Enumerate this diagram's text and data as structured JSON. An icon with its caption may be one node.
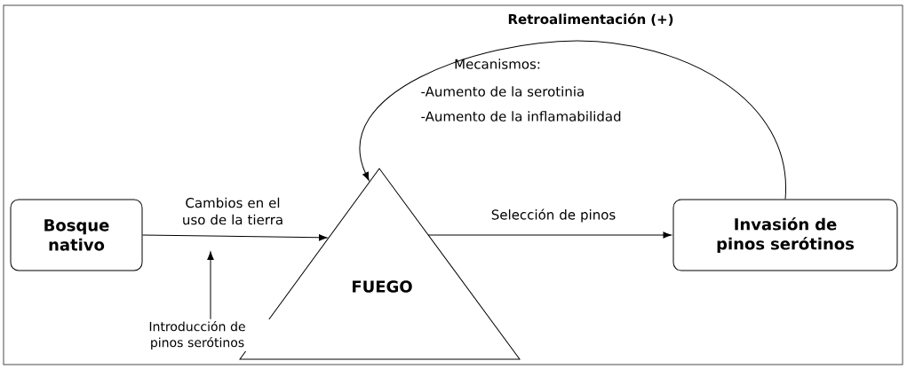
{
  "diagram": {
    "nodes": [
      {
        "text": [
          "Bosque nativo"
        ]
      },
      {
        "text": [
          "FUEGO"
        ]
      },
      {
        "text": [
          "Invasión de pinos serótinos"
        ]
      },
      {
        "text": [
          "Introducción de pinos serótinos"
        ]
      }
    ],
    "edges": [
      {
        "from": 0,
        "to": 1,
        "arrow": "to",
        "label": "Cambios en el uso de la tierra"
      },
      {
        "from": 1,
        "to": 2,
        "arrow": "to",
        "label": "Selección de pinos"
      },
      {
        "from": 2,
        "to": 1,
        "arrow": "to",
        "label": "Retroalimentación (+)"
      },
      {
        "from": 3,
        "to": null,
        "arrow": "to"
      }
    ],
    "labels": [
      "Mecanismos:",
      "-Aumento de la serotinia",
      "-Aumento de la inflamabilidad"
    ]
  }
}
